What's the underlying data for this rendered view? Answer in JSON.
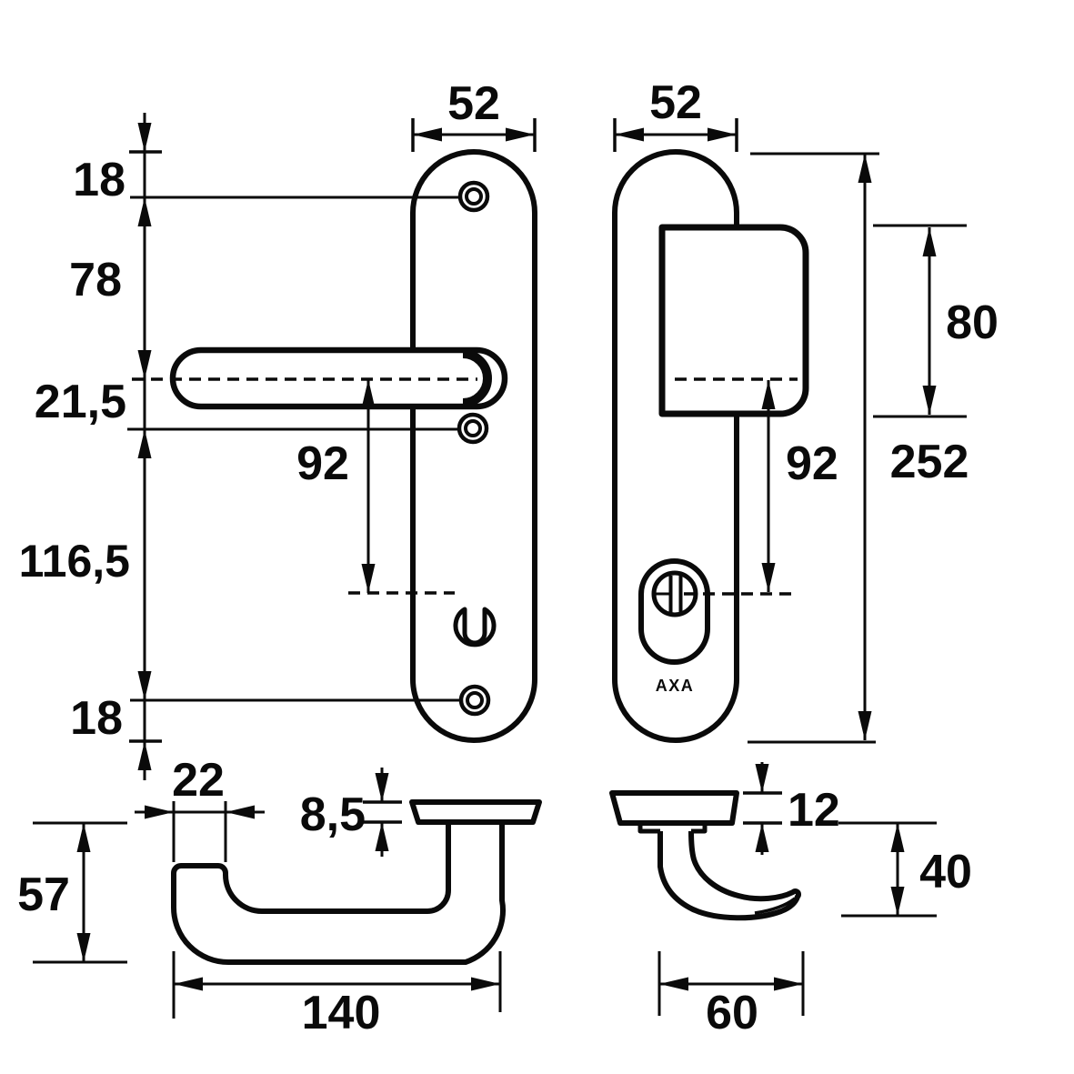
{
  "drawing": {
    "brand": "AXA",
    "labels": {
      "plate_width_inner": "52",
      "plate_width_outer": "52",
      "top_to_screw": "18",
      "screw_to_handle": "78",
      "handle_to_screw": "21,5",
      "screw_to_screw": "116,5",
      "screw_to_bottom": "18",
      "handle_to_cylinder_inner": "92",
      "handle_to_cylinder_outer": "92",
      "knob_height": "80",
      "plate_height": "252",
      "grip_diameter": "22",
      "plate_thickness_inner": "8,5",
      "handle_projection": "57",
      "handle_length": "140",
      "plate_thickness_outer": "12",
      "pull_projection": "40",
      "pull_length": "60"
    }
  }
}
